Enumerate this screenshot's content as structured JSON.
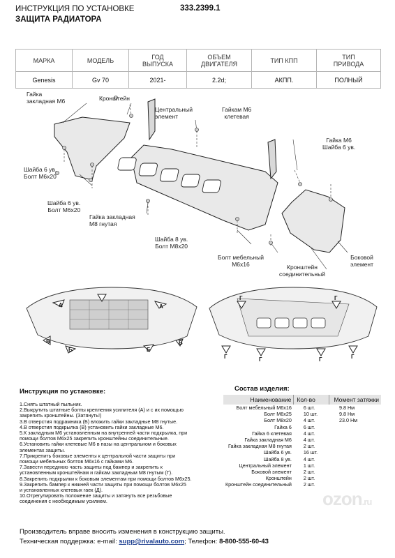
{
  "header": {
    "title_line1": "ИНСТРУКЦИЯ ПО УСТАНОВКЕ",
    "title_line2": "ЗАЩИТА РАДИАТОРА",
    "code": "333.2399.1"
  },
  "spec_table": {
    "headers": [
      "МАРКА",
      "МОДЕЛЬ",
      "ГОД\nВЫПУСКА",
      "ОБЪЕМ\nДВИГАТЕЛЯ",
      "ТИП КПП",
      "ТИП\nПРИВОДА"
    ],
    "values": [
      "Genesis",
      "Gv 70",
      "2021-",
      "2.2d;",
      "АКПП.",
      "ПОЛНЫЙ"
    ]
  },
  "labels": {
    "nut_m6": "Гайка\nзакладная М6",
    "bracket": "Кронштейн",
    "central": "Центральный\nэлемент",
    "cage_nut": "Гайкам М6\nклетевая",
    "nut_washer": "Гайка М6\nШайба 6 ув.",
    "washer_bolt_a": "Шайба 6 ув.\nБолт М6х20",
    "washer_bolt_b": "Шайба 6 ув.\nБолт М6х20",
    "nut_m8": "Гайка закладная\nМ8 гнутая",
    "washer8_bolt": "Шайба 8 ув.\nБолт М8х20",
    "bolt_fine": "Болт мебельный\nМ6х16",
    "bracket_conn": "Кронштейн\nсоединительный",
    "side": "Боковой\nэлемент",
    "marks": [
      "А",
      "Б",
      "В",
      "Г"
    ]
  },
  "instructions": {
    "title": "Инструкция по установке:",
    "steps": [
      "1.Снять штатный пыльник.",
      "2.Выкрутить штатные болты крепления усилителя (А) и с их помощью",
      "закрепить кронштейны. (Затянуть!)",
      "3.В отверстия подрамника (Б) вложить гайки закладные М8 гнутые.",
      "4.В отверстия подкрылка (В) установить гайки закладные М6.",
      "5.К закладным М6 установленным на внутренней части подкрылка, при",
      "помощи болтов М6х25 закрепить кронштейны соединительные.",
      "6.Установить гайки клетевые М6 в пазы на центральном и боковых",
      "элементах защиты.",
      "7.Прикрепить боковые элементы к центральной части защиты при",
      "помощи мебельных болтов М6х16 с гайками М6.",
      "7.Завести переднюю часть защиты под бампер и закрепить к",
      "установленным кронштейнам и гайкам закладным М8 гнутым (Г).",
      "8.Закрепить подкрылки к боковым элементам при помощи болтов М6х25.",
      "9.Закрепить бампер к нижней части защиты при помощи болтов М6х25",
      "и установленных клетевых гаек (Д).",
      "10.Отрегулировать положение защиты и затянуть все резьбовые",
      "соединения с необходимым усилием."
    ]
  },
  "components": {
    "title": "Состав изделия:",
    "headers": [
      "Наименование",
      "Кол-во",
      "Момент затяжки"
    ],
    "rows": [
      [
        "Болт мебельный М6х16",
        "6 шт.",
        "9.8 Нм"
      ],
      [
        "Болт М6х25",
        "10 шт.",
        "9.8 Нм"
      ],
      [
        "Болт М8х20",
        "4 шт.",
        "23.0 Нм"
      ],
      [
        "Гайка 6",
        "6 шт.",
        ""
      ],
      [
        "Гайка 6 клетевая",
        "4 шт.",
        ""
      ],
      [
        "Гайка закладная М6",
        "4 шт.",
        ""
      ],
      [
        "Гайка закладная М8 гнутая",
        "2 шт.",
        ""
      ],
      [
        "Шайба 6 ув.",
        "16 шт.",
        ""
      ],
      [
        "Шайба 8 ув.",
        "4 шт.",
        ""
      ],
      [
        "Центральный элемент",
        "1 шт.",
        ""
      ],
      [
        "Боковой элемент",
        "2 шт.",
        ""
      ],
      [
        "Кронштейн",
        "2 шт.",
        ""
      ],
      [
        "Кронштейн соединительный",
        "2 шт.",
        ""
      ]
    ]
  },
  "footer": {
    "line1": "Производитель вправе вносить изменения в конструкцию защиты.",
    "support_label": "Техническая поддержка:  e-mail: ",
    "email": "supp@rivalauto.com",
    "phone_label": "; Телефон: ",
    "phone": "8-800-555-60-43"
  },
  "watermark": {
    "main": "ozon",
    "suffix": ".ru"
  },
  "colors": {
    "part_fill": "#e9e9e9",
    "part_stroke": "#222222",
    "table_border": "#b5b5b5",
    "link": "#1b3d8f"
  }
}
